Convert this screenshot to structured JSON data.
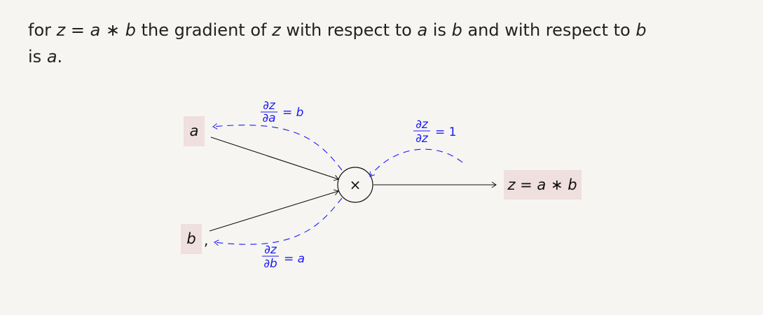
{
  "paragraph": {
    "s1": "for ",
    "v1": "z",
    "s2": " = ",
    "v2": "a",
    "s3": " ∗ ",
    "v3": "b",
    "s4": " the gradient of ",
    "v4": "z",
    "s5": " with respect to ",
    "v5": "a",
    "s6": " is ",
    "v6": "b",
    "s7": " and with respect to ",
    "v7": "b",
    "s8": " is ",
    "v8": "a",
    "s9": "."
  },
  "nodes": {
    "a": "a",
    "b": "b",
    "b_comma": ",",
    "op": "×",
    "z": "z = a ∗ b"
  },
  "gradients": {
    "da": {
      "num": "∂z",
      "den": "∂a",
      "rhs": "= b"
    },
    "db": {
      "num": "∂z",
      "den": "∂b",
      "rhs": "= a"
    },
    "dz": {
      "num": "∂z",
      "den": "∂z",
      "rhs": "= 1"
    }
  },
  "colors": {
    "gradient": "#1a1aff",
    "node_fill": "#efe0df",
    "background": "#f6f5f1"
  }
}
